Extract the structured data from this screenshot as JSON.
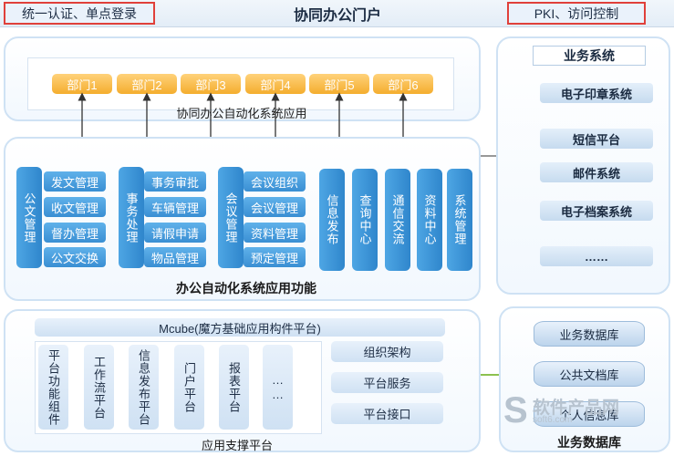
{
  "header": {
    "left_label": "统一认证、单点登录",
    "title": "协同办公门户",
    "right_label": "PKI、访问控制"
  },
  "collab": {
    "departments": [
      "部门1",
      "部门2",
      "部门3",
      "部门4",
      "部门5",
      "部门6"
    ],
    "caption": "协同办公自动化系统应用"
  },
  "oa": {
    "caption": "办公自动化系统应用功能",
    "groups": [
      {
        "name": "公文管理",
        "items": [
          "发文管理",
          "收文管理",
          "督办管理",
          "公文交换"
        ]
      },
      {
        "name": "事务处理",
        "items": [
          "事务审批",
          "车辆管理",
          "请假申请",
          "物品管理"
        ]
      },
      {
        "name": "会议管理",
        "items": [
          "会议组织",
          "会议管理",
          "资料管理",
          "预定管理"
        ]
      }
    ],
    "standalone": [
      "信息发布",
      "查询中心",
      "通信交流",
      "资料中心",
      "系统管理"
    ]
  },
  "platform": {
    "mcube": "Mcube(魔方基础应用构件平台)",
    "components": [
      "平台功能组件",
      "工作流平台",
      "信息发布平台",
      "门户平台",
      "报表平台",
      "……"
    ],
    "services": [
      "组织架构",
      "平台服务",
      "平台接口"
    ],
    "caption": "应用支撑平台"
  },
  "business_systems": {
    "title": "业务系统",
    "items": [
      "电子印章系统",
      "短信平台",
      "邮件系统",
      "电子档案系统",
      "……"
    ]
  },
  "databases": {
    "items": [
      "业务数据库",
      "公共文档库",
      "个人信息库"
    ],
    "caption": "业务数据库"
  },
  "watermark": {
    "text": "软件产品网",
    "sub": "soft6.com"
  }
}
